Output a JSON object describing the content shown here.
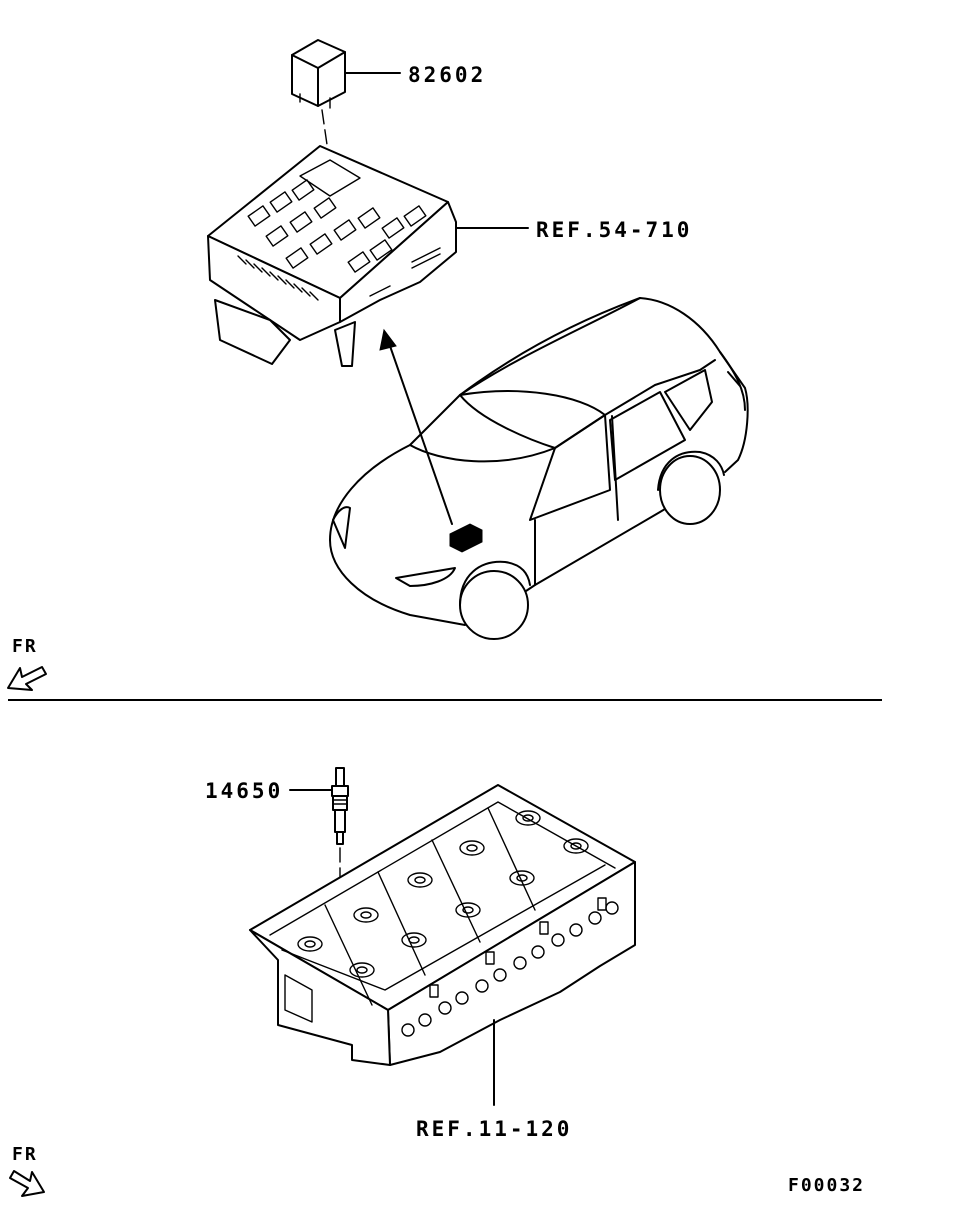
{
  "diagram": {
    "upper": {
      "relay_part_no": "82602",
      "fuse_box_ref": "REF.54-710",
      "direction_label": "FR"
    },
    "lower": {
      "glow_plug_part_no": "14650",
      "cylinder_head_ref": "REF.11-120",
      "direction_label": "FR"
    },
    "figure_code": "F00032"
  },
  "icons": {
    "front_arrow_upper": "arrow-front-left-icon",
    "front_arrow_lower": "arrow-front-right-icon"
  },
  "colors": {
    "line": "#000000",
    "background": "#ffffff"
  }
}
